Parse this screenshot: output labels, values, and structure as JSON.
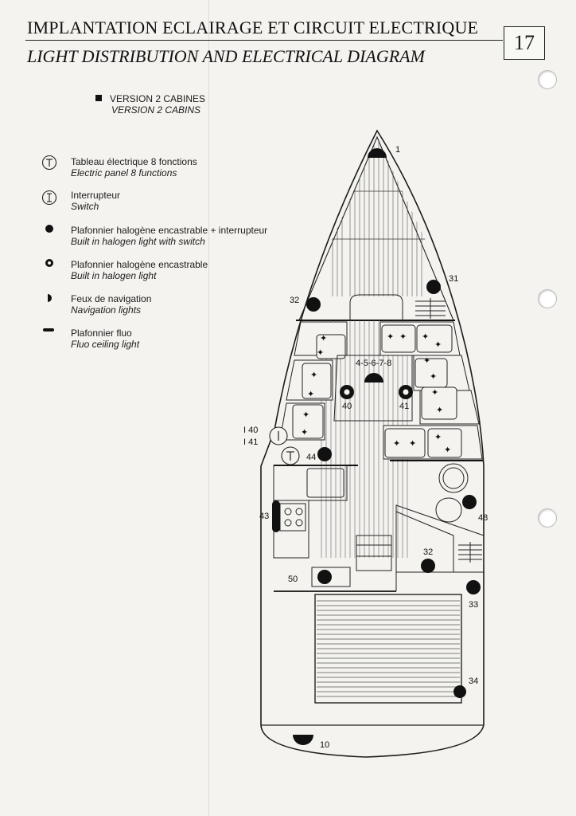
{
  "header": {
    "title_fr": "IMPLANTATION ECLAIRAGE ET CIRCUIT ELECTRIQUE",
    "title_en": "LIGHT DISTRIBUTION AND ELECTRICAL DIAGRAM",
    "page_number": "17"
  },
  "version": {
    "fr": "VERSION 2 CABINES",
    "en": "VERSION 2 CABINS"
  },
  "legend": [
    {
      "symbol": "T-circle-icon",
      "fr": "Tableau électrique 8 fonctions",
      "en": "Electric panel 8 functions"
    },
    {
      "symbol": "I-circle-icon",
      "fr": "Interrupteur",
      "en": "Switch"
    },
    {
      "symbol": "filled-dot-icon",
      "fr": "Plafonnier halogène encastrable + interrupteur",
      "en": "Built in halogen light with switch"
    },
    {
      "symbol": "ring-dot-icon",
      "fr": "Plafonnier halogène encastrable",
      "en": "Built in halogen light"
    },
    {
      "symbol": "half-dot-icon",
      "fr": "Feux de navigation",
      "en": "Navigation lights"
    },
    {
      "symbol": "bar-icon",
      "fr": "Plafonnier fluo",
      "en": "Fluo ceiling light"
    }
  ],
  "diagram": {
    "labels": {
      "l1": "1",
      "l31": "31",
      "l32a": "32",
      "l4to8": "4-5-6-7-8",
      "l40": "40",
      "l41": "41",
      "li40": "I 40",
      "li41": "I 41",
      "l44": "44",
      "l43": "43",
      "l48": "48",
      "l32b": "32",
      "l50": "50",
      "l33": "33",
      "l34": "34",
      "l10": "10"
    }
  }
}
